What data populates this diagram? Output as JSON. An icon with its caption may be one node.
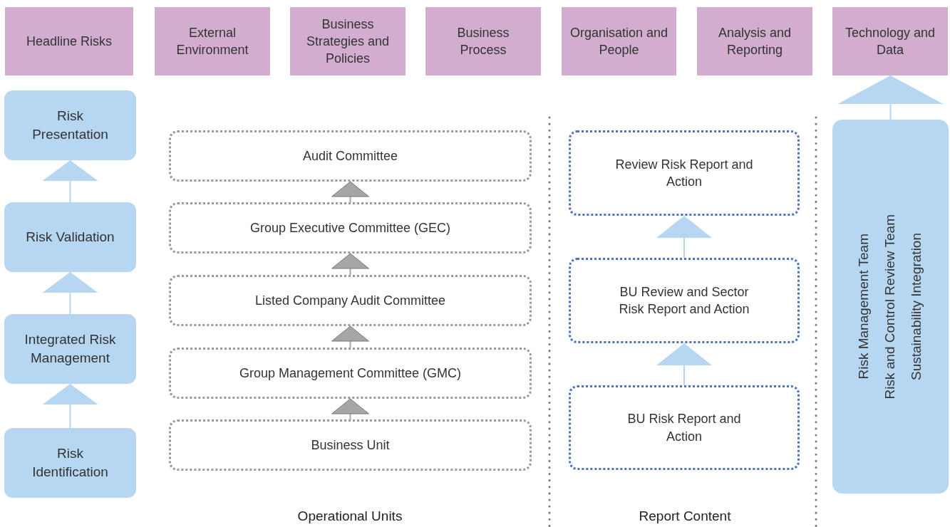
{
  "diagram": {
    "nodes": [
      {
        "text": [
          "Headline Risks"
        ]
      },
      {
        "text": [
          "External Environment"
        ]
      },
      {
        "text": [
          "Business Strategies and Policies"
        ]
      },
      {
        "text": [
          "Business Process"
        ]
      },
      {
        "text": [
          "Organisation and People"
        ]
      },
      {
        "text": [
          "Analysis and Reporting"
        ]
      },
      {
        "text": [
          "Technology and Data"
        ]
      },
      {
        "text": [
          "Risk Presentation"
        ]
      },
      {
        "text": [
          "Risk Validation"
        ]
      },
      {
        "text": [
          "Integrated Risk Management"
        ]
      },
      {
        "text": [
          "Risk Identification"
        ]
      },
      {
        "text": [
          "Audit Committee"
        ]
      },
      {
        "text": [
          "Group Executive Committee (GEC)"
        ]
      },
      {
        "text": [
          "Listed Company Audit Committee"
        ]
      },
      {
        "text": [
          "Group Management Committee (GMC)"
        ]
      },
      {
        "text": [
          "Business Unit"
        ]
      },
      {
        "text": [
          "Review Risk Report and Action"
        ]
      },
      {
        "text": [
          "BU Review and Sector Risk Report and Action"
        ]
      },
      {
        "text": [
          "BU Risk Report and Action"
        ]
      },
      {
        "text": [
          "Risk Management Team",
          "Risk and Control Review Team",
          "Sustainability Integration"
        ]
      }
    ],
    "edges": [
      {
        "from": 10,
        "to": 9,
        "arrow": "to"
      },
      {
        "from": 9,
        "to": 8,
        "arrow": "to"
      },
      {
        "from": 8,
        "to": 7,
        "arrow": "to"
      },
      {
        "from": 15,
        "to": 14,
        "arrow": "to",
        "color": "#a6a6a6"
      },
      {
        "from": 14,
        "to": 13,
        "arrow": "to",
        "color": "#a6a6a6"
      },
      {
        "from": 13,
        "to": 12,
        "arrow": "to",
        "color": "#a6a6a6"
      },
      {
        "from": 12,
        "to": 11,
        "arrow": "to",
        "color": "#a6a6a6"
      },
      {
        "from": 18,
        "to": 17,
        "arrow": "to"
      },
      {
        "from": 17,
        "to": 16,
        "arrow": "to"
      },
      {
        "from": 19,
        "to": 6,
        "arrow": "to"
      }
    ],
    "labels": [
      "Operational Units",
      "Report Content"
    ]
  }
}
